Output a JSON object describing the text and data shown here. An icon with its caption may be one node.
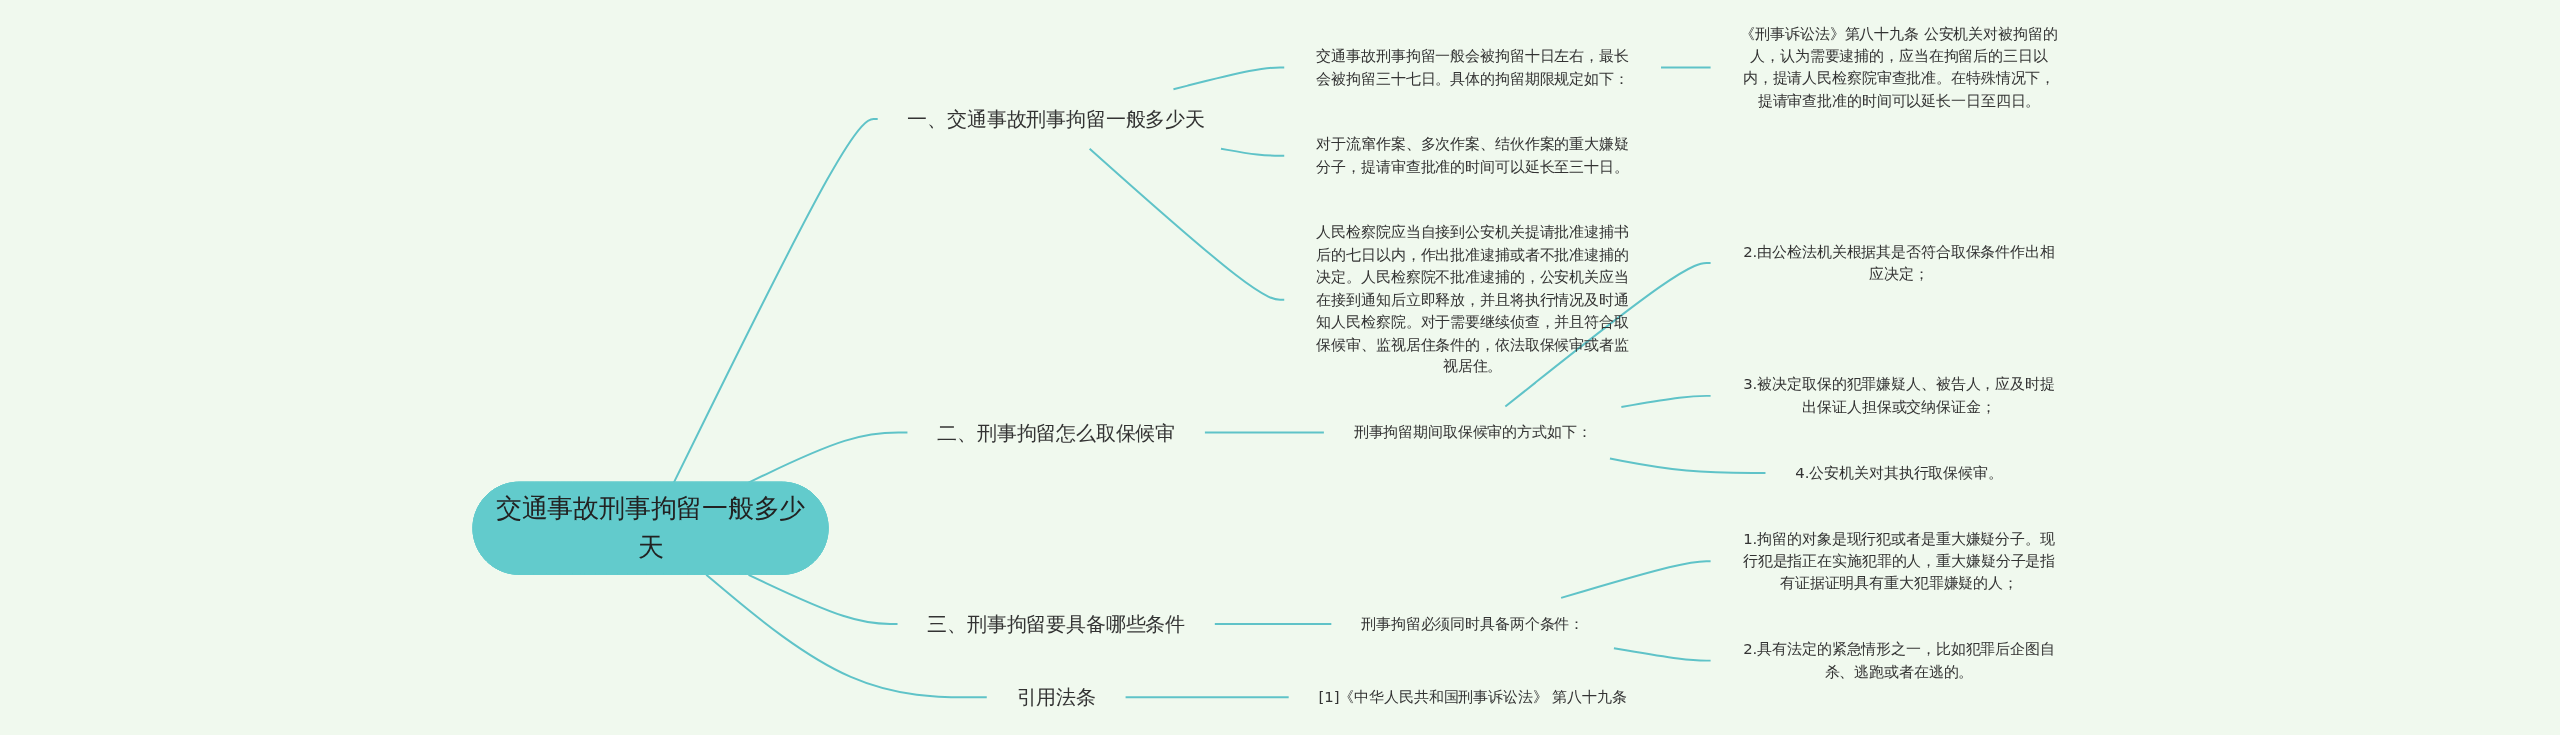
{
  "diagram": {
    "nodes": [
      {
        "text": [
          "交通事故刑事拘留一般多少天"
        ]
      },
      {
        "text": [
          "一、交通事故刑事拘留一般多少天"
        ]
      },
      {
        "text": [
          "交通事故刑事拘留一般会被拘留十日左右，最长会被拘留三十七日。具体的拘留期限规定如下："
        ]
      },
      {
        "text": [
          "《刑事诉讼法》第八十九条 公安机关对被拘留的人，认为需要逮捕的，应当在拘留后的三日以内，提请人民检察院审查批准。在特殊情况下，提请审查批准的时间可以延长一日至四日。"
        ]
      },
      {
        "text": [
          "对于流窜作案、多次作案、结伙作案的重大嫌疑分子，提请审查批准的时间可以延长至三十日。"
        ]
      },
      {
        "text": [
          "人民检察院应当自接到公安机关提请批准逮捕书后的七日以内，作出批准逮捕或者不批准逮捕的决定。人民检察院不批准逮捕的，公安机关应当在接到通知后立即释放，并且将执行情况及时通知人民检察院。对于需要继续侦查，并且符合取保候审、监视居住条件的，依法取保候审或者监视居住。"
        ]
      },
      {
        "text": [
          "二、刑事拘留怎么取保候审"
        ]
      },
      {
        "text": [
          "刑事拘留期间取保候审的方式如下："
        ]
      },
      {
        "text": [
          "2.由公检法机关根据其是否符合取保条件作出相应决定；"
        ]
      },
      {
        "text": [
          "3.被决定取保的犯罪嫌疑人、被告人，应及时提出保证人担保或交纳保证金；"
        ]
      },
      {
        "text": [
          "4.公安机关对其执行取保候审。"
        ]
      },
      {
        "text": [
          "三、刑事拘留要具备哪些条件"
        ]
      },
      {
        "text": [
          "刑事拘留必须同时具备两个条件："
        ]
      },
      {
        "text": [
          "1.拘留的对象是现行犯或者是重大嫌疑分子。现行犯是指正在实施犯罪的人，重大嫌疑分子是指有证据证明具有重大犯罪嫌疑的人；"
        ]
      },
      {
        "text": [
          "2.具有法定的紧急情形之一，比如犯罪后企图自杀、逃跑或者在逃的。"
        ]
      },
      {
        "text": [
          "引用法条"
        ]
      },
      {
        "text": [
          "[1]《中华人民共和国刑事诉讼法》 第八十九条"
        ]
      }
    ],
    "edges": [
      {
        "from": 0,
        "to": 1,
        "arrow": "none"
      },
      {
        "from": 1,
        "to": 2,
        "arrow": "none"
      },
      {
        "from": 2,
        "to": 3,
        "arrow": "none"
      },
      {
        "from": 1,
        "to": 4,
        "arrow": "none"
      },
      {
        "from": 1,
        "to": 5,
        "arrow": "none"
      },
      {
        "from": 0,
        "to": 6,
        "arrow": "none"
      },
      {
        "from": 6,
        "to": 7,
        "arrow": "none"
      },
      {
        "from": 7,
        "to": 8,
        "arrow": "none"
      },
      {
        "from": 7,
        "to": 9,
        "arrow": "none"
      },
      {
        "from": 7,
        "to": 10,
        "arrow": "none"
      },
      {
        "from": 0,
        "to": 11,
        "arrow": "none"
      },
      {
        "from": 11,
        "to": 12,
        "arrow": "none"
      },
      {
        "from": 12,
        "to": 13,
        "arrow": "none"
      },
      {
        "from": 12,
        "to": 14,
        "arrow": "none"
      },
      {
        "from": 0,
        "to": 15,
        "arrow": "none"
      },
      {
        "from": 15,
        "to": 16,
        "arrow": "none"
      }
    ]
  }
}
